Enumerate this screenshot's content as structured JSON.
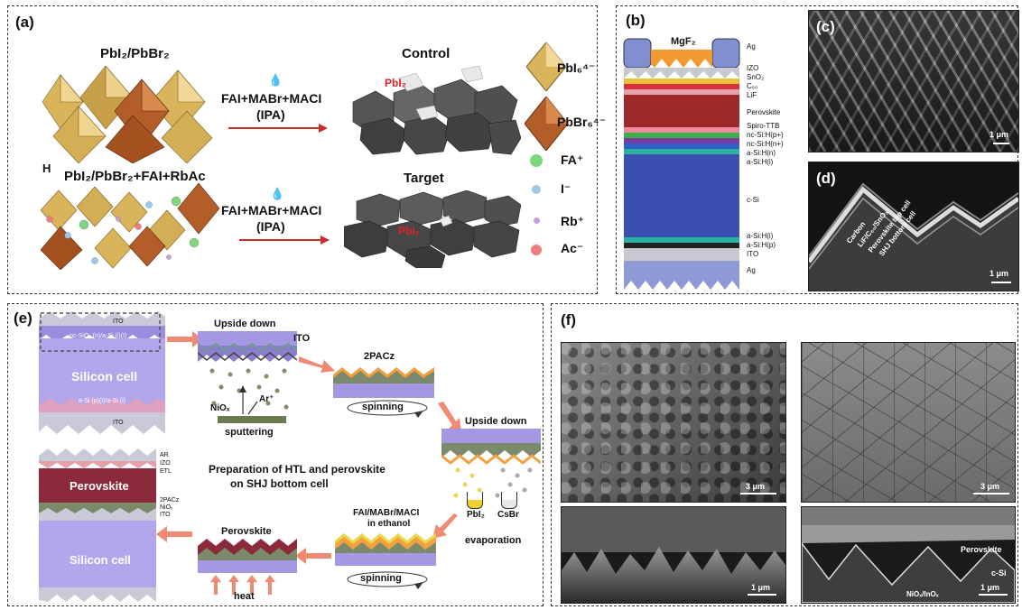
{
  "panel_a": {
    "label": "(a)",
    "precursor_top": "PbI₂/PbBr₂",
    "precursor_bottom": "PbI₂/PbBr₂+FAI+RbAc",
    "h_label": "H",
    "reagent_top_1": "FAI+MABr+MACI",
    "reagent_top_2": "(IPA)",
    "reagent_bottom_1": "FAI+MABr+MACI",
    "reagent_bottom_2": "(IPA)",
    "control_label": "Control",
    "target_label": "Target",
    "pbi2_tag_top": "PbI₂",
    "pbi2_tag_bottom": "PbI₂",
    "legend": {
      "pbi6": "PbI₆⁴⁻",
      "pbbr6": "PbBr₆⁴⁻",
      "fa": "FA⁺",
      "i": "I⁻",
      "rb": "Rb⁺",
      "ac": "Ac⁻"
    },
    "colors": {
      "fa": "#7ed67e",
      "i": "#9cc8ec",
      "rb": "#c99ce0",
      "ac": "#ee7d7d"
    }
  },
  "panel_b": {
    "label": "(b)",
    "top_layer": "MgF₂",
    "layers": [
      "Ag",
      "IZO",
      "SnO₂",
      "C₆₀",
      "LiF",
      "Perovskite",
      "Spiro-TTB",
      "nc-Si:H(p+)",
      "nc-Si:H(n+)",
      "a-Si:H(n)",
      "a-Si:H(i)",
      "c-Si",
      "a-Si:H(i)",
      "a-Si:H(p)",
      "ITO",
      "Ag"
    ]
  },
  "panel_c": {
    "label": "(c)",
    "scale": "1 μm"
  },
  "panel_d": {
    "label": "(d)",
    "scale": "1 μm",
    "annotations": [
      "Carbon",
      "LiF/C₆₀/SnO₂",
      "Perovskite top cell",
      "SHJ bottom cell"
    ]
  },
  "panel_e": {
    "label": "(e)",
    "stack1": {
      "ito_top": "ITO",
      "nc_layer": "nc-SiOₓ (n)/a-Si (i)(I)",
      "silicon": "Silicon cell",
      "a_si": "a-Si (p)(I)/a-Si (i)",
      "ito_bottom": "ITO"
    },
    "upside_down_1": "Upside down",
    "ito_label": "ITO",
    "niox": "NiOₓ",
    "ar": "Ar⁺",
    "sputtering": "sputtering",
    "twopacz": "2PACz",
    "spinning_1": "spinning",
    "upside_down_2": "Upside down",
    "pbi2": "PbI₂",
    "csbr": "CsBr",
    "evaporation": "evaporation",
    "fai_1": "FAI/MABr/MACI",
    "fai_2": "in ethanol",
    "spinning_2": "spinning",
    "perovskite_label": "Perovskite",
    "heat": "heat",
    "title_1": "Preparation of HTL and perovskite",
    "title_2": "on SHJ bottom cell",
    "stack2": {
      "ar": "AR",
      "izo": "IZO",
      "etl": "ETL",
      "perovskite": "Perovskite",
      "twopacz": "2PACz",
      "niox": "NiOₓ",
      "ito": "ITO",
      "silicon": "Silicon cell"
    }
  },
  "panel_f": {
    "label": "(f)",
    "scale_tl": "3 μm",
    "scale_tr": "3 μm",
    "scale_bl": "1 μm",
    "scale_br": "1 μm",
    "perovskite": "Perovskite",
    "csi": "c-Si",
    "nio": "NiOₓ/InOₓ"
  }
}
